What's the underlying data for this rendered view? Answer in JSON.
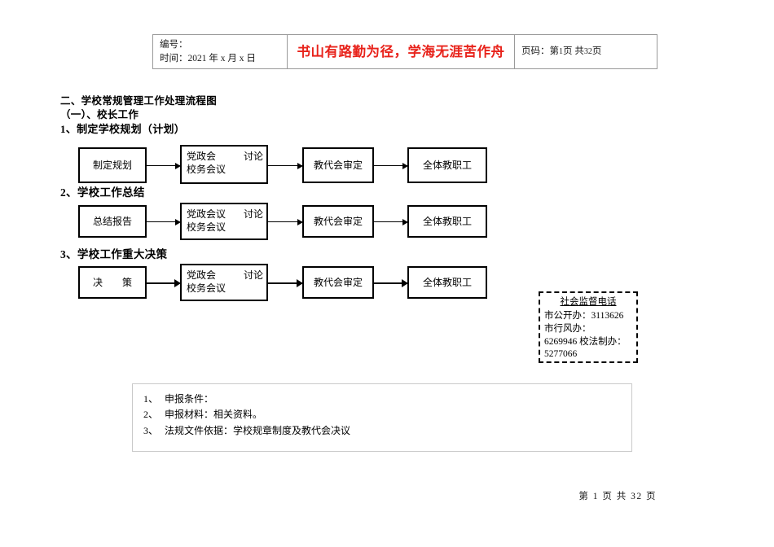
{
  "header": {
    "left_lines": [
      "编号：",
      "时间：2021 年 x 月 x 日"
    ],
    "motto": "书山有路勤为径，学海无涯苦作舟",
    "right_prefix": "页码：第",
    "right_page": "1",
    "right_mid": "页 共",
    "right_total": "32",
    "right_suffix": "页"
  },
  "headings": {
    "level1": "二、学校常规管理工作处理流程图",
    "level2": "（一）、校长工作",
    "item1": "1、制定学校规划（计划）",
    "item2": "2、学校工作总结",
    "item3": "3、学校工作重大决策"
  },
  "flows": [
    {
      "id": "row-plan",
      "nodes": [
        {
          "name": "node-make-plan",
          "line1": "制定规划",
          "line2": ""
        },
        {
          "name": "node-party-meeting-discuss",
          "line1": "党政会",
          "line1b": "讨论",
          "line2": "校务会议"
        },
        {
          "name": "node-staff-congress-review",
          "line1": "教代会审定",
          "line2": ""
        },
        {
          "name": "node-all-staff",
          "line1": "全体教职工",
          "line2": ""
        }
      ]
    },
    {
      "id": "row-summary",
      "nodes": [
        {
          "name": "node-summary-report",
          "line1": "总结报告",
          "line2": ""
        },
        {
          "name": "node-party-meeting-discuss",
          "line1": "党政会议",
          "line1b": "讨论",
          "line2": "校务会议"
        },
        {
          "name": "node-staff-congress-review",
          "line1": "教代会审定",
          "line2": ""
        },
        {
          "name": "node-all-staff",
          "line1": "全体教职工",
          "line2": ""
        }
      ]
    },
    {
      "id": "row-decision",
      "nodes": [
        {
          "name": "node-decision",
          "line1": "决　　策",
          "line2": ""
        },
        {
          "name": "node-party-meeting-discuss",
          "line1": "党政会",
          "line1b": "讨论",
          "line2": "校务会议"
        },
        {
          "name": "node-staff-congress-review",
          "line1": "教代会审定",
          "line2": ""
        },
        {
          "name": "node-all-staff",
          "line1": "全体教职工",
          "line2": ""
        }
      ]
    }
  ],
  "supervision": {
    "title": "社会监督电话",
    "line1": "市公开办：3113626",
    "line2": "市行风办：",
    "line3": "6269946 校法制办：",
    "line4": "5277066"
  },
  "notes": {
    "item1_idx": "1、",
    "item1_text": "申报条件：",
    "item2_idx": "2、",
    "item2_text": "申报材料：相关资料。",
    "item3_idx": "3、",
    "item3_text": "法规文件依据：学校规章制度及教代会决议"
  },
  "footer": {
    "text": "第 1 页 共 32 页"
  },
  "colors": {
    "motto_red": "#e8231b",
    "border_black": "#000000",
    "border_gray": "#9a9a9a",
    "notes_border": "#c9c9c9"
  }
}
